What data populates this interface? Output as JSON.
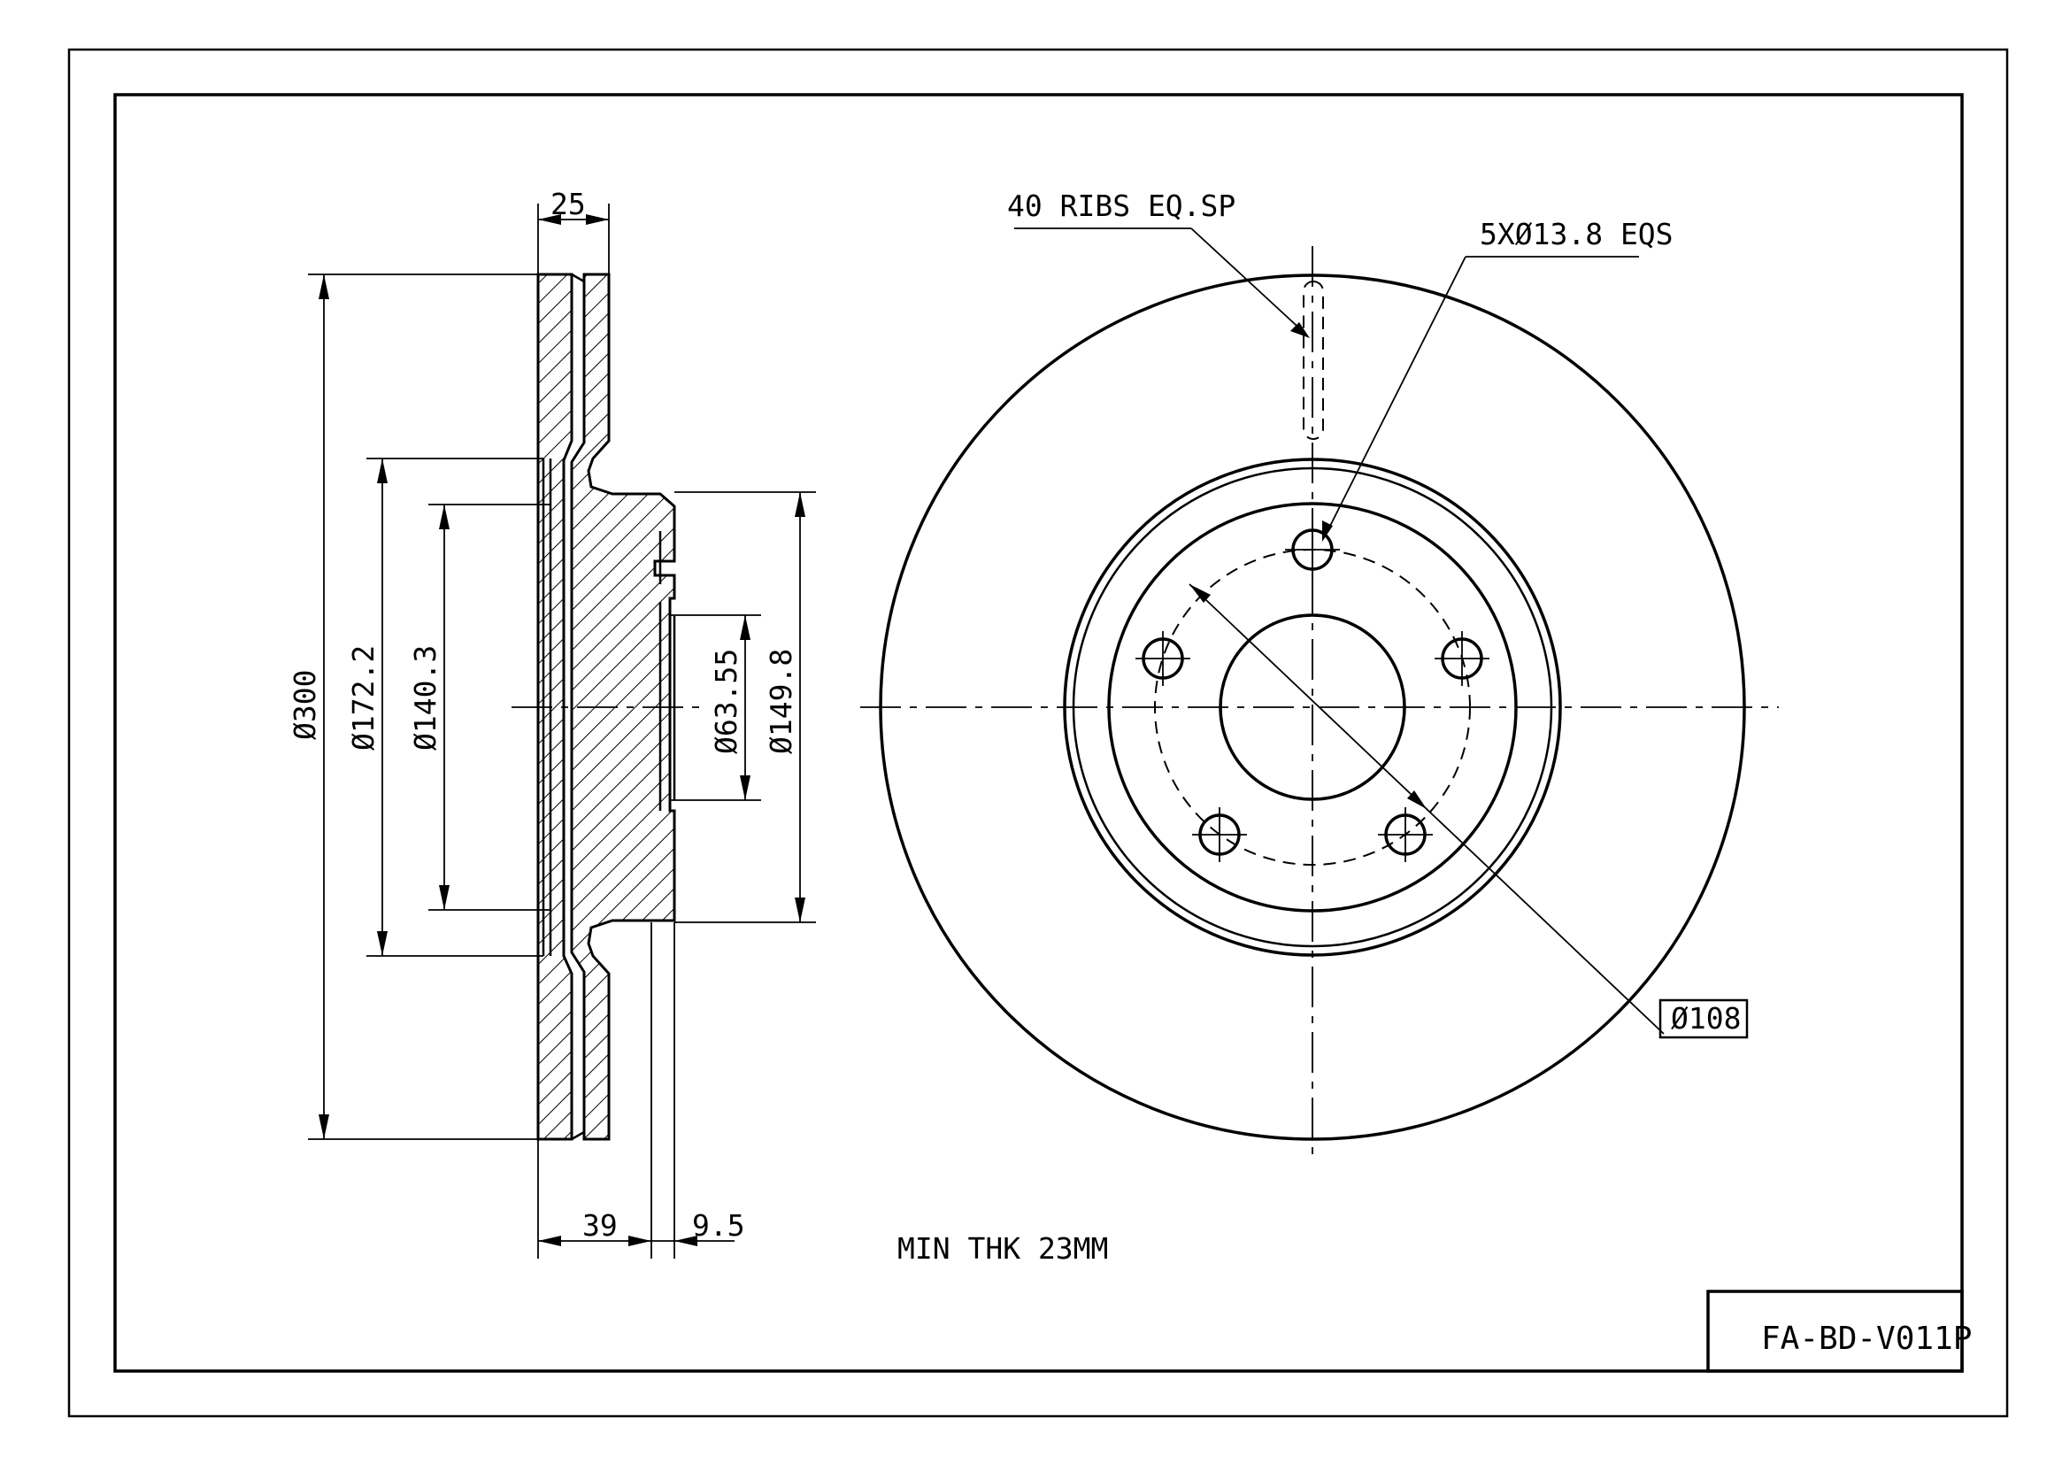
{
  "title_block": {
    "part_number": "FA-BD-V011P"
  },
  "notes": {
    "ribs": "40 RIBS EQ.SP",
    "holes": "5XØ13.8 EQS",
    "pcd": "Ø108",
    "min_thickness": "MIN THK 23MM"
  },
  "dimensions": {
    "outer_diameter": "Ø300",
    "inner_diameter_1": "Ø172.2",
    "inner_diameter_2": "Ø140.3",
    "center_bore": "Ø63.55",
    "hat_diameter": "Ø149.8",
    "disc_thickness": "25",
    "total_height": "39",
    "hat_thickness": "9.5"
  }
}
